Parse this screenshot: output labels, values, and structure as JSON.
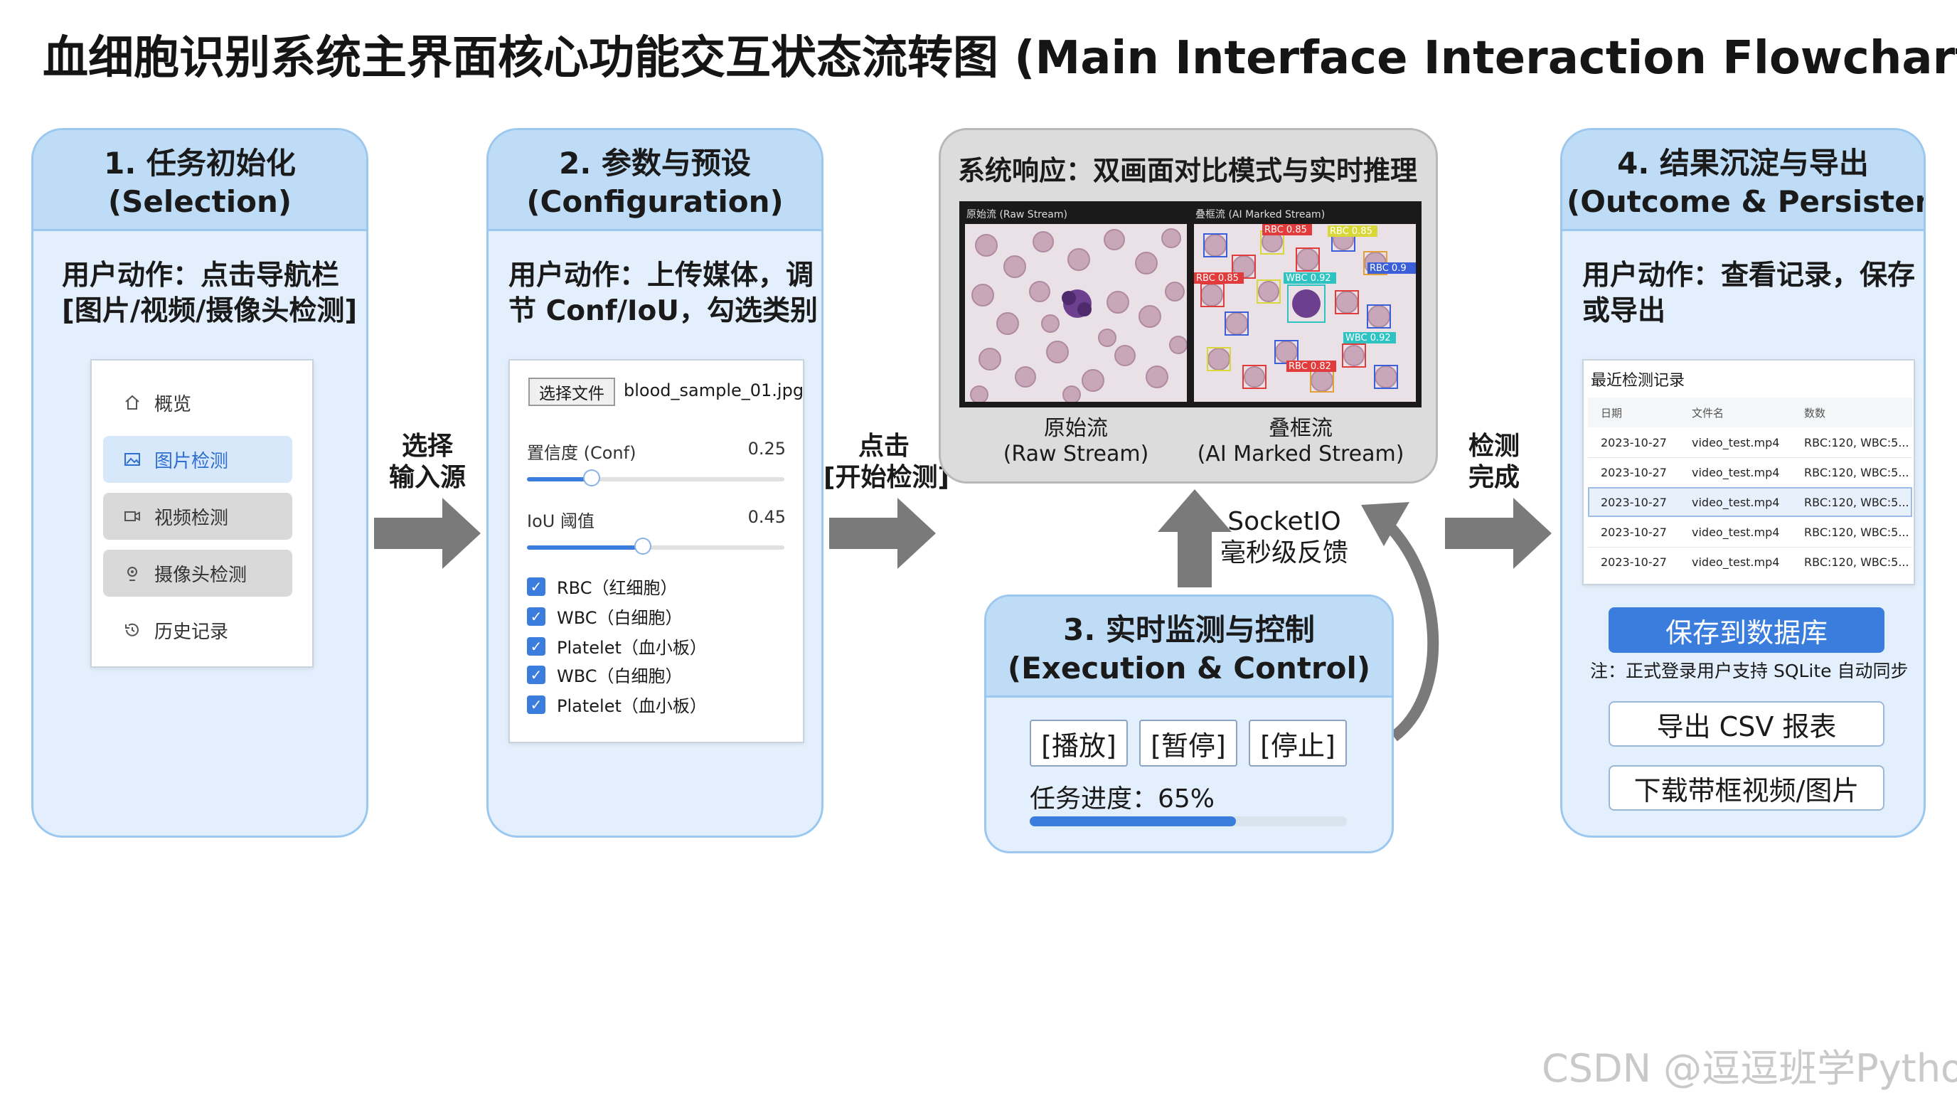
{
  "title": "血细胞识别系统主界面核心功能交互状态流转图 (Main Interface Interaction Flowchart)",
  "step1": {
    "heading_l1": "1. 任务初始化",
    "heading_l2": "(Selection)",
    "action_l1": "用户动作：点击导航栏",
    "action_l2": "[图片/视频/摄像头检测]",
    "nav": [
      {
        "label": "概览",
        "icon": "home-icon"
      },
      {
        "label": "图片检测",
        "icon": "image-icon"
      },
      {
        "label": "视频检测",
        "icon": "video-icon"
      },
      {
        "label": "摄像头检测",
        "icon": "camera-icon"
      },
      {
        "label": "历史记录",
        "icon": "history-icon"
      }
    ]
  },
  "arrow1": {
    "l1": "选择",
    "l2": "输入源"
  },
  "step2": {
    "heading_l1": "2. 参数与预设",
    "heading_l2": "(Configuration)",
    "action_l1": "用户动作：上传媒体，调",
    "action_l2": "节 Conf/IoU，勾选类别",
    "file_button": "选择文件",
    "file_name": "blood_sample_01.jpg",
    "conf_label": "置信度 (Conf)",
    "conf_value": "0.25",
    "conf_fraction": 0.25,
    "iou_label": "IoU 阈值",
    "iou_value": "0.45",
    "iou_fraction": 0.45,
    "classes": [
      "RBC（红细胞）",
      "WBC（白细胞）",
      "Platelet（血小板）",
      "WBC（白细胞）",
      "Platelet（血小板）"
    ]
  },
  "arrow2": {
    "l1": "点击",
    "l2": "[开始检测]"
  },
  "system": {
    "title": "系统响应：双画面对比模式与实时推理",
    "raw_sub": "原始流 (Raw Stream)",
    "marked_sub": "叠框流 (AI Marked Stream)",
    "raw_cap_l1": "原始流",
    "raw_cap_l2": "(Raw Stream)",
    "marked_cap_l1": "叠框流",
    "marked_cap_l2": "(AI Marked Stream)",
    "labels": [
      "RBC 0.85",
      "RBC 0.85",
      "RBC 0.9",
      "RBC 0.85",
      "WBC 0.92",
      "WBC 0.92",
      "RBC 0.82"
    ]
  },
  "socket": {
    "l1": "SocketIO",
    "l2": "毫秒级反馈"
  },
  "step3": {
    "heading_l1": "3. 实时监测与控制",
    "heading_l2": "(Execution & Control)",
    "play": "[播放]",
    "pause": "[暂停]",
    "stop": "[停止]",
    "progress_label": "任务进度：65%",
    "progress_fraction": 0.65
  },
  "arrow3": {
    "l1": "检测",
    "l2": "完成"
  },
  "step4": {
    "heading_l1": "4. 结果沉淀与导出",
    "heading_l2": "(Outcome & Persistence)",
    "action_l1": "用户动作：查看记录，保存",
    "action_l2": "或导出",
    "records_title": "最近检测记录",
    "col_date": "日期",
    "col_file": "文件名",
    "col_count": "数数",
    "rows": [
      {
        "date": "2023-10-27",
        "file": "video_test.mp4",
        "count": "RBC:120, WBC:5..."
      },
      {
        "date": "2023-10-27",
        "file": "video_test.mp4",
        "count": "RBC:120, WBC:5..."
      },
      {
        "date": "2023-10-27",
        "file": "video_test.mp4",
        "count": "RBC:120, WBC:5..."
      },
      {
        "date": "2023-10-27",
        "file": "video_test.mp4",
        "count": "RBC:120, WBC:5..."
      },
      {
        "date": "2023-10-27",
        "file": "video_test.mp4",
        "count": "RBC:120, WBC:5..."
      }
    ],
    "save_db": "保存到数据库",
    "note": "注：正式登录用户支持 SQLite 自动同步",
    "export_csv": "导出 CSV 报表",
    "download": "下载带框视频/图片"
  },
  "watermark": "CSDN @逗逗班学Python",
  "colors": {
    "accent": "#3b7ddd",
    "panel": "#e3effc",
    "panel_head": "#bfdcf7",
    "panel_border": "#9cc7ef",
    "arrow": "#7a7a7a"
  }
}
